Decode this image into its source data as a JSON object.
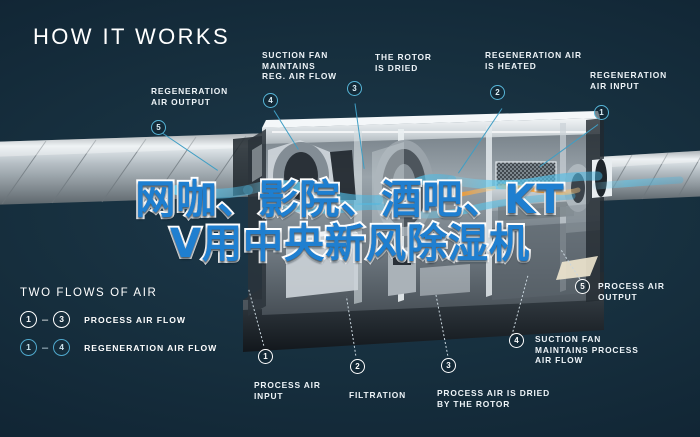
{
  "page": {
    "headline": "HOW IT WORKS",
    "background_color": "#17303f",
    "accent_color": "#4fa8cc",
    "text_color": "#ffffff"
  },
  "callouts": [
    {
      "id": "regeneration-air-output",
      "number": "5",
      "label": "REGENERATION\nAIR OUTPUT",
      "flow": "regeneration"
    },
    {
      "id": "suction-fan-reg",
      "number": "4",
      "label": "SUCTION FAN\nMAINTAINS\nREG. AIR FLOW",
      "flow": "regeneration"
    },
    {
      "id": "rotor-is-dried",
      "number": "3",
      "label": "THE ROTOR\nIS DRIED",
      "flow": "regeneration"
    },
    {
      "id": "regeneration-air-heated",
      "number": "2",
      "label": "REGENERATION AIR\nIS HEATED",
      "flow": "regeneration"
    },
    {
      "id": "regeneration-air-input",
      "number": "1",
      "label": "REGENERATION\nAIR INPUT",
      "flow": "regeneration"
    },
    {
      "id": "process-air-output",
      "number": "5",
      "label": "PROCESS AIR\nOUTPUT",
      "flow": "process"
    },
    {
      "id": "suction-fan-process",
      "number": "4",
      "label": "SUCTION FAN\nMAINTAINS PROCESS\nAIR FLOW",
      "flow": "process"
    },
    {
      "id": "process-air-dried",
      "number": "3",
      "label": "PROCESS AIR IS DRIED\nBY THE ROTOR",
      "flow": "process"
    },
    {
      "id": "filtration",
      "number": "2",
      "label": "FILTRATION",
      "flow": "process"
    },
    {
      "id": "process-air-input",
      "number": "1",
      "label": "PROCESS AIR\nINPUT",
      "flow": "process"
    }
  ],
  "legend": {
    "title": "TWO FLOWS OF AIR",
    "rows": [
      {
        "from": "1",
        "to": "3",
        "dash": "–",
        "label": "PROCESS AIR FLOW",
        "style": "white"
      },
      {
        "from": "1",
        "to": "4",
        "dash": "–",
        "label": "REGENERATION AIR FLOW",
        "style": "cyan"
      }
    ]
  },
  "overlay": {
    "line1": "网咖、影院、酒吧、KT",
    "line2": "V用中央新风除湿机",
    "fill_color": "#1f7fd0",
    "stroke_color": "#ffffff"
  }
}
